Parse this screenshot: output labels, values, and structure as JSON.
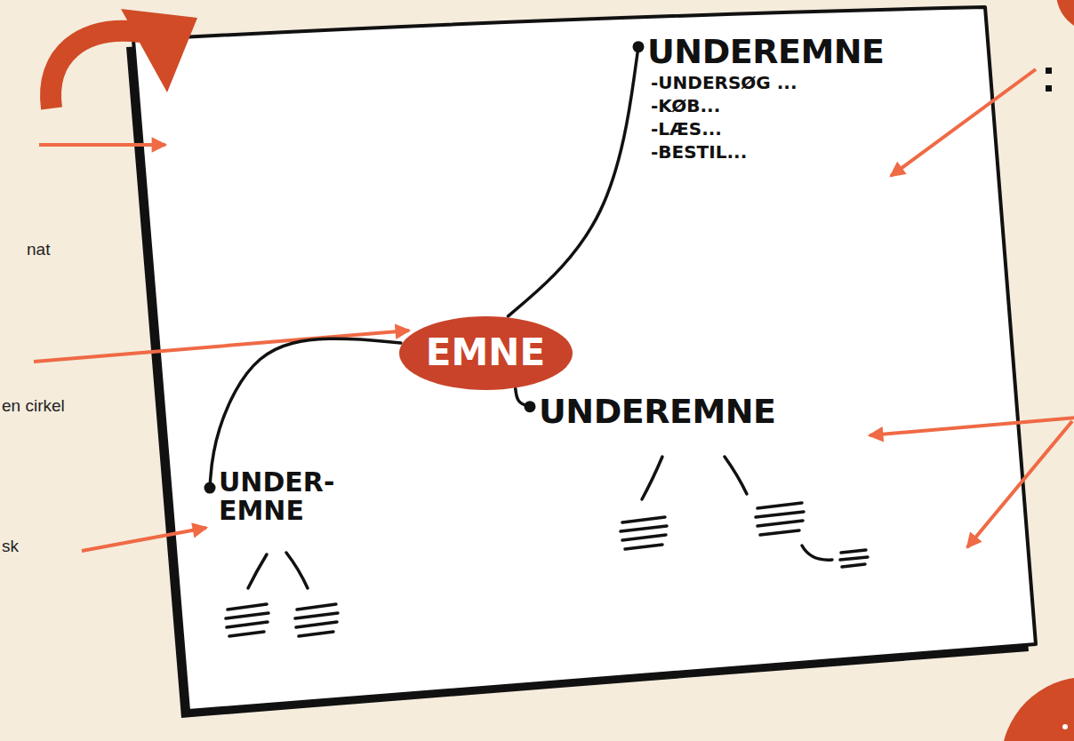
{
  "diagram": {
    "nodes": [
      {
        "text": [
          "UNDEREMNE",
          "-UNDERSØG ...",
          "-KØB...",
          "-LÆS...",
          "-BESTIL..."
        ]
      },
      {
        "text": [
          "EMNE"
        ]
      },
      {
        "text": [
          "UNDEREMNE"
        ]
      },
      {
        "text": [
          "UNDER- EMNE"
        ]
      }
    ],
    "edges": [
      {
        "from": 1,
        "to": 0,
        "arrow": "none"
      },
      {
        "from": 1,
        "to": 2,
        "arrow": "none"
      },
      {
        "from": 1,
        "to": 3,
        "arrow": "none"
      }
    ],
    "labels": [
      "nat",
      "en cirkel",
      "sk"
    ]
  }
}
